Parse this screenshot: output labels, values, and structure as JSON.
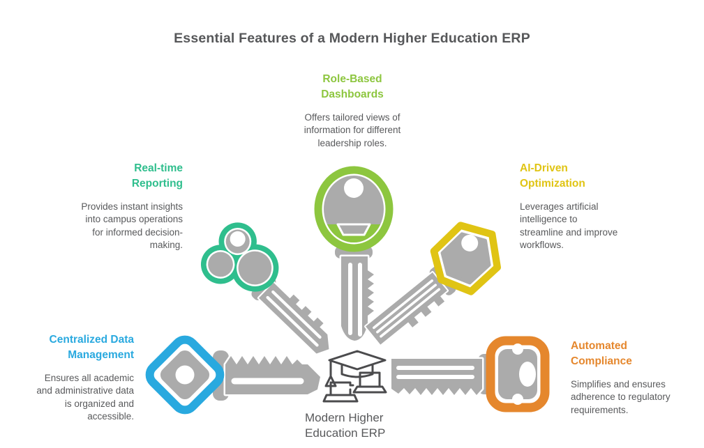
{
  "title": "Essential Features of a Modern Higher Education ERP",
  "center": {
    "label": "Modern Higher\nEducation ERP",
    "icon": "graduation-cap-laptops-icon"
  },
  "features": [
    {
      "id": "role-based-dashboards",
      "title": "Role-Based\nDashboards",
      "description": "Offers tailored views of\ninformation for different\nleadership roles.",
      "color": "#8DC63F",
      "icon": "key-icon-round-head",
      "position": "top-center"
    },
    {
      "id": "real-time-reporting",
      "title": "Real-time\nReporting",
      "description": "Provides instant insights\ninto campus operations\nfor informed decision-\nmaking.",
      "color": "#2FBE8D",
      "icon": "key-icon-clover-head",
      "position": "middle-left"
    },
    {
      "id": "ai-driven-optimization",
      "title": "AI-Driven\nOptimization",
      "description": "Leverages artificial\nintelligence to\nstreamline and improve\nworkflows.",
      "color": "#E0C414",
      "icon": "key-icon-hexagon-head",
      "position": "middle-right"
    },
    {
      "id": "centralized-data-management",
      "title": "Centralized Data\nManagement",
      "description": "Ensures all academic\nand administrative data\nis organized and\naccessible.",
      "color": "#29A9DF",
      "icon": "key-icon-diamond-head",
      "position": "bottom-left"
    },
    {
      "id": "automated-compliance",
      "title": "Automated\nCompliance",
      "description": "Simplifies and ensures\nadherence to regulatory\nrequirements.",
      "color": "#E5872D",
      "icon": "key-icon-rounded-square-head",
      "position": "bottom-right"
    }
  ],
  "colors": {
    "key_body_gray": "#ABABAB",
    "outline_white": "#FFFFFF",
    "text_dark": "#58595B",
    "icon_gray": "#4B4B4D"
  }
}
